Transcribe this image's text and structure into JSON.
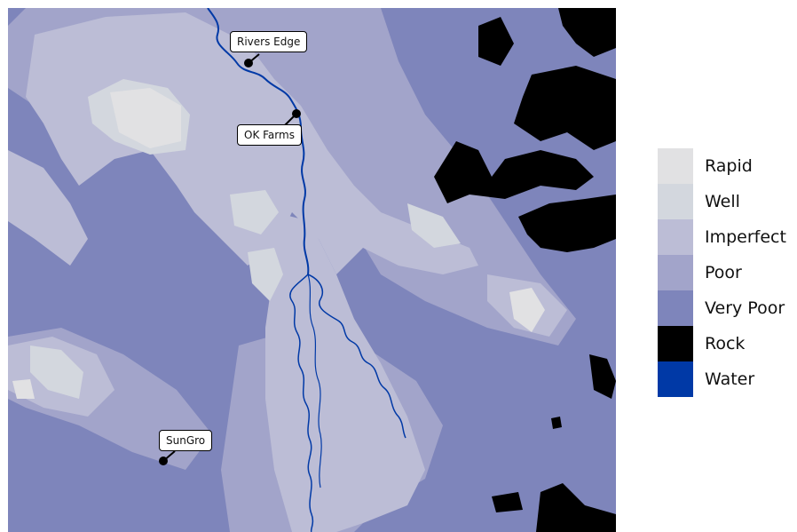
{
  "map": {
    "places": [
      {
        "name": "Rivers Edge"
      },
      {
        "name": "OK Farms"
      },
      {
        "name": "SunGro"
      }
    ]
  },
  "legend": {
    "items": [
      {
        "label": "Rapid",
        "color": "#e1e1e3"
      },
      {
        "label": "Well",
        "color": "#d3d7de"
      },
      {
        "label": "Imperfect",
        "color": "#bcbdd6"
      },
      {
        "label": "Poor",
        "color": "#a2a4ca"
      },
      {
        "label": "Very Poor",
        "color": "#7e85bb"
      },
      {
        "label": "Rock",
        "color": "#000000"
      },
      {
        "label": "Water",
        "color": "#0039a6"
      }
    ]
  }
}
